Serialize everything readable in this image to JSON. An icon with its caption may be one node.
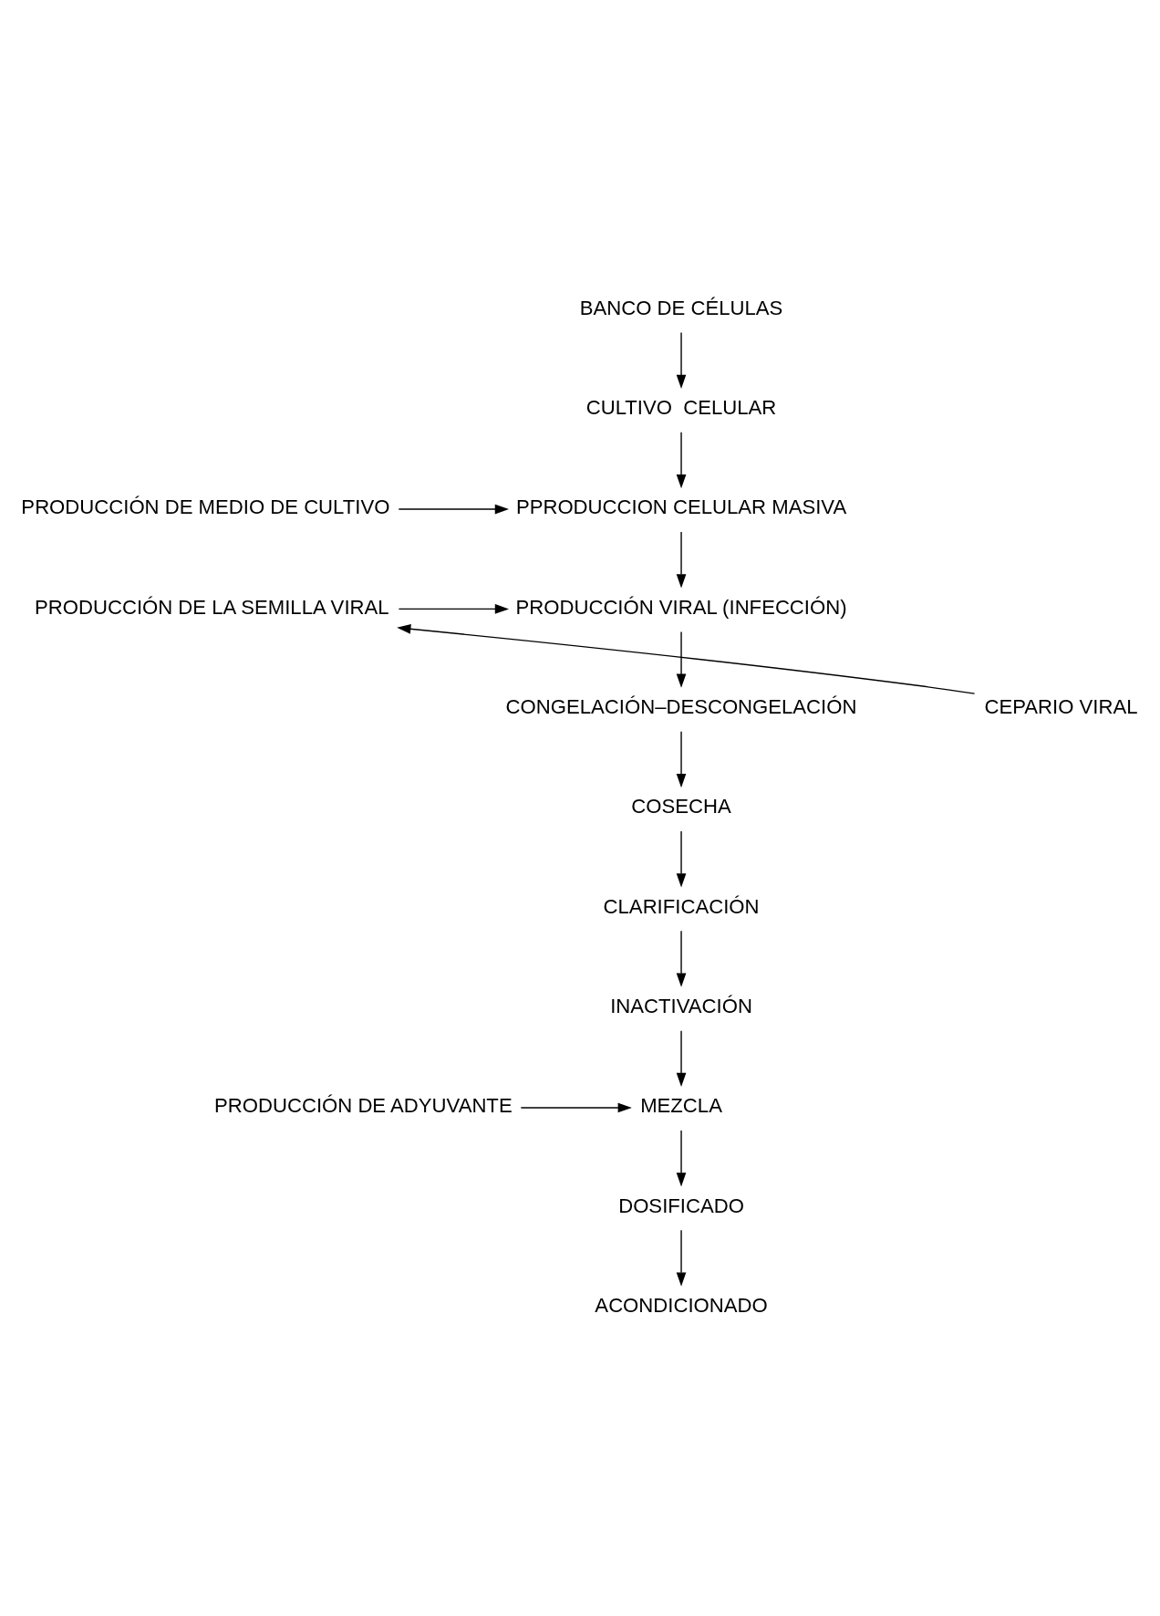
{
  "diagram": {
    "nodes": [
      {
        "text": [
          "BANCO DE CÉLULAS"
        ]
      },
      {
        "text": [
          "CULTIVO  CELULAR"
        ]
      },
      {
        "text": [
          "PPRODUCCION CELULAR MASIVA"
        ]
      },
      {
        "text": [
          "PRODUCCIÓN DE MEDIO DE CULTIVO"
        ]
      },
      {
        "text": [
          "PRODUCCIÓN VIRAL (INFECCIÓN)"
        ]
      },
      {
        "text": [
          "PRODUCCIÓN DE LA SEMILLA VIRAL"
        ]
      },
      {
        "text": [
          "CEPARIO VIRAL"
        ]
      },
      {
        "text": [
          "CONGELACIÓN–DESCONGELACIÓN"
        ]
      },
      {
        "text": [
          "COSECHA"
        ]
      },
      {
        "text": [
          "CLARIFICACIÓN"
        ]
      },
      {
        "text": [
          "INACTIVACIÓN"
        ]
      },
      {
        "text": [
          "MEZCLA"
        ]
      },
      {
        "text": [
          "PRODUCCIÓN DE ADYUVANTE"
        ]
      },
      {
        "text": [
          "DOSIFICADO"
        ]
      },
      {
        "text": [
          "ACONDICIONADO"
        ]
      }
    ],
    "edges": [
      {
        "from": 0,
        "to": 1,
        "arrow": "to"
      },
      {
        "from": 1,
        "to": 2,
        "arrow": "to"
      },
      {
        "from": 3,
        "to": 2,
        "arrow": "to"
      },
      {
        "from": 2,
        "to": 4,
        "arrow": "to"
      },
      {
        "from": 5,
        "to": 4,
        "arrow": "to"
      },
      {
        "from": 6,
        "to": 5,
        "arrow": "to"
      },
      {
        "from": 4,
        "to": 7,
        "arrow": "to"
      },
      {
        "from": 7,
        "to": 8,
        "arrow": "to"
      },
      {
        "from": 8,
        "to": 9,
        "arrow": "to"
      },
      {
        "from": 9,
        "to": 10,
        "arrow": "to"
      },
      {
        "from": 10,
        "to": 11,
        "arrow": "to"
      },
      {
        "from": 12,
        "to": 11,
        "arrow": "to"
      },
      {
        "from": 11,
        "to": 13,
        "arrow": "to"
      },
      {
        "from": 13,
        "to": 14,
        "arrow": "to"
      }
    ]
  }
}
